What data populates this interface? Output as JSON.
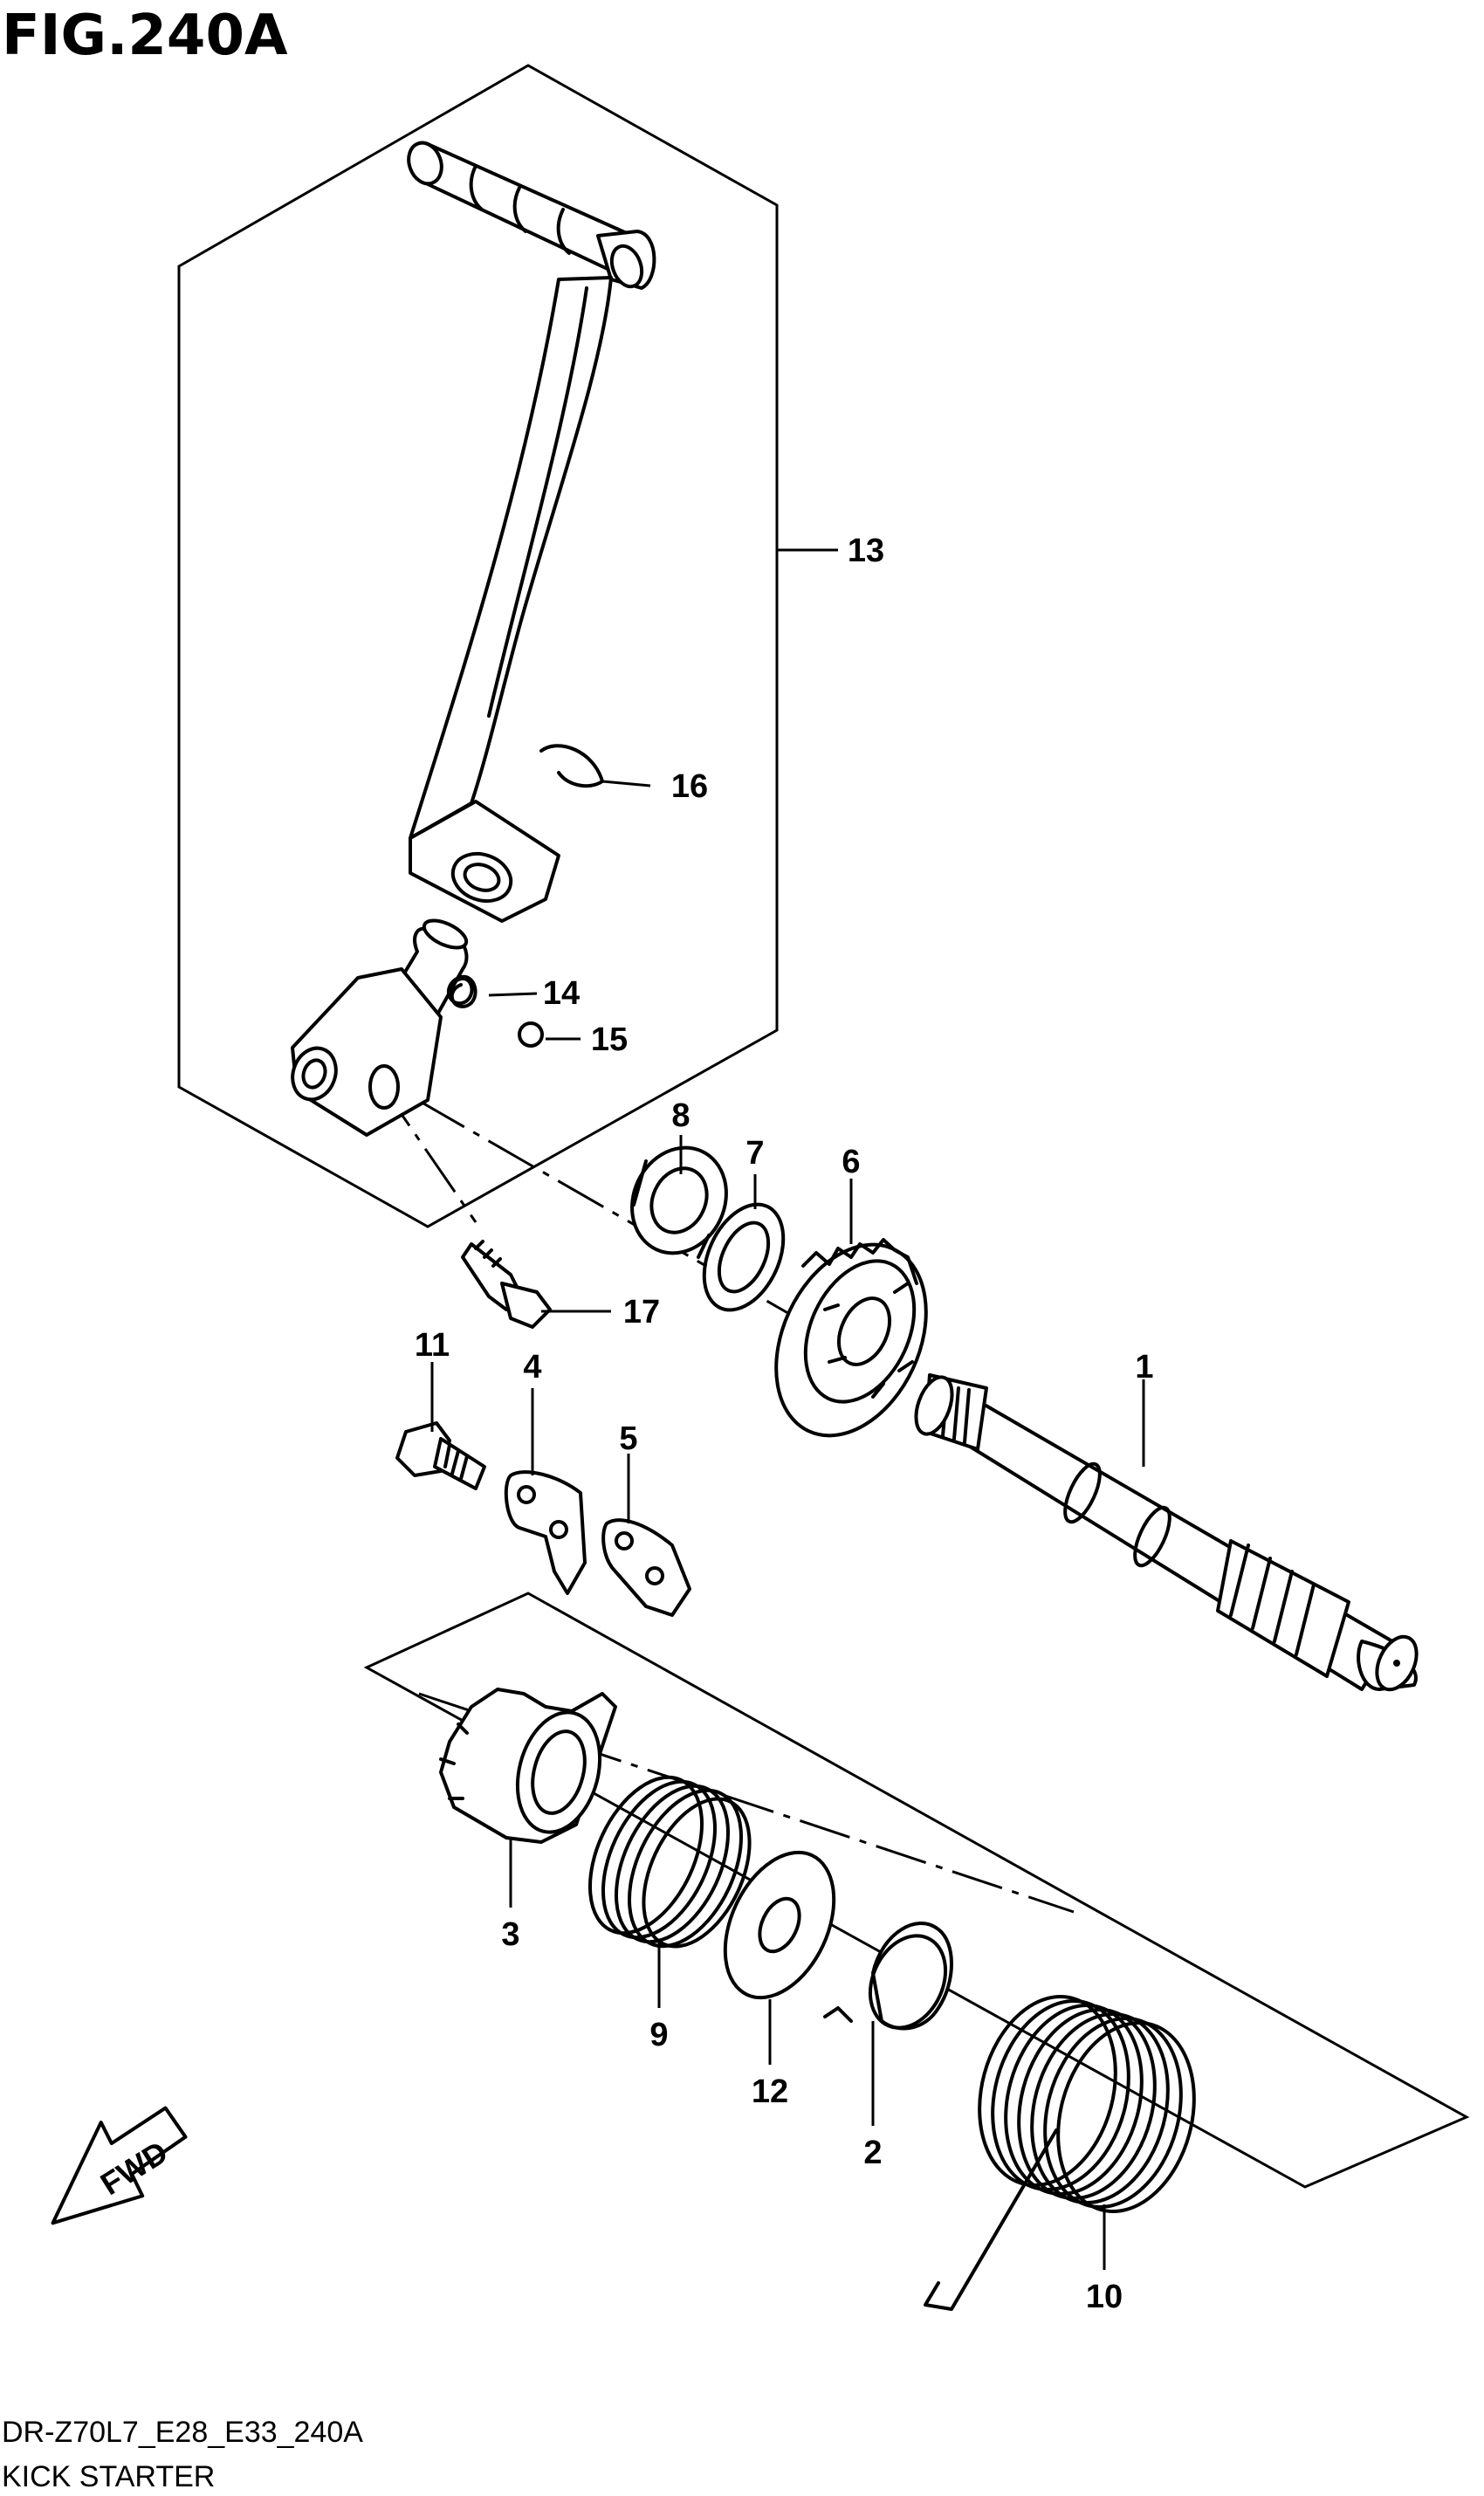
{
  "figure": {
    "title": "FIG.240A",
    "code": "DR-Z70L7_E28_E33_240A",
    "name": "KICK STARTER",
    "direction_label": "FWD"
  },
  "callouts": [
    "1",
    "2",
    "3",
    "4",
    "5",
    "6",
    "7",
    "8",
    "9",
    "10",
    "11",
    "12",
    "13",
    "14",
    "15",
    "16",
    "17"
  ]
}
